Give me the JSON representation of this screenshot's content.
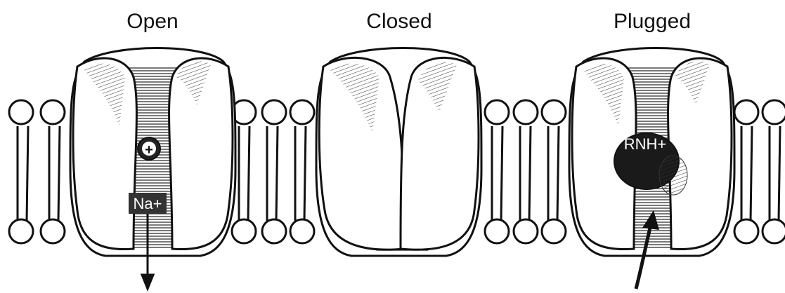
{
  "states": [
    {
      "key": "open",
      "label": "Open"
    },
    {
      "key": "closed",
      "label": "Closed"
    },
    {
      "key": "plugged",
      "label": "Plugged"
    }
  ],
  "ions": {
    "positive_charge": "+",
    "sodium": "Na+",
    "blocker": "RNH+"
  },
  "colors": {
    "line": "#111111",
    "shading": "#222222",
    "background": "#ffffff"
  }
}
